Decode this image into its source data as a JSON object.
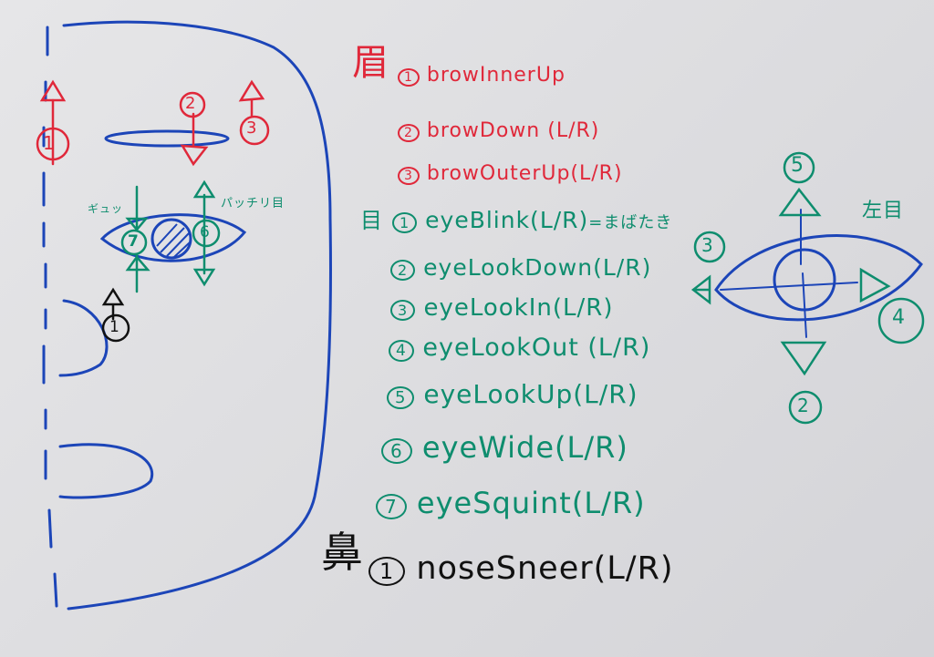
{
  "colors": {
    "brow": "#e0283a",
    "eye": "#0e8d6e",
    "nose": "#111111",
    "face": "#1c45b8"
  },
  "headings": {
    "brow": "眉",
    "eye": "目",
    "nose": "鼻",
    "left_eye": "左目"
  },
  "brow_items": [
    {
      "num": "1",
      "label": "browInnerUp"
    },
    {
      "num": "2",
      "label": "browDown (L/R)"
    },
    {
      "num": "3",
      "label": "browOuterUp(L/R)"
    }
  ],
  "eye_items": [
    {
      "num": "1",
      "label": "eyeBlink(L/R)",
      "note": "=まばたき"
    },
    {
      "num": "2",
      "label": "eyeLookDown(L/R)"
    },
    {
      "num": "3",
      "label": "eyeLookIn(L/R)"
    },
    {
      "num": "4",
      "label": "eyeLookOut (L/R)"
    },
    {
      "num": "5",
      "label": "eyeLookUp(L/R)"
    },
    {
      "num": "6",
      "label": "eyeWide(L/R)"
    },
    {
      "num": "7",
      "label": "eyeSquint(L/R)"
    }
  ],
  "nose_items": [
    {
      "num": "1",
      "label": "noseSneer(L/R)"
    }
  ],
  "face_labels": {
    "brow_1": "1",
    "brow_2": "2",
    "brow_3": "3",
    "squint": "ギュッ",
    "wide": "パッチリ目",
    "eye_7": "7",
    "eye_6": "6",
    "nose_1": "1"
  },
  "left_eye_labels": {
    "up": "5",
    "in": "3",
    "out": "4",
    "down": "2"
  }
}
